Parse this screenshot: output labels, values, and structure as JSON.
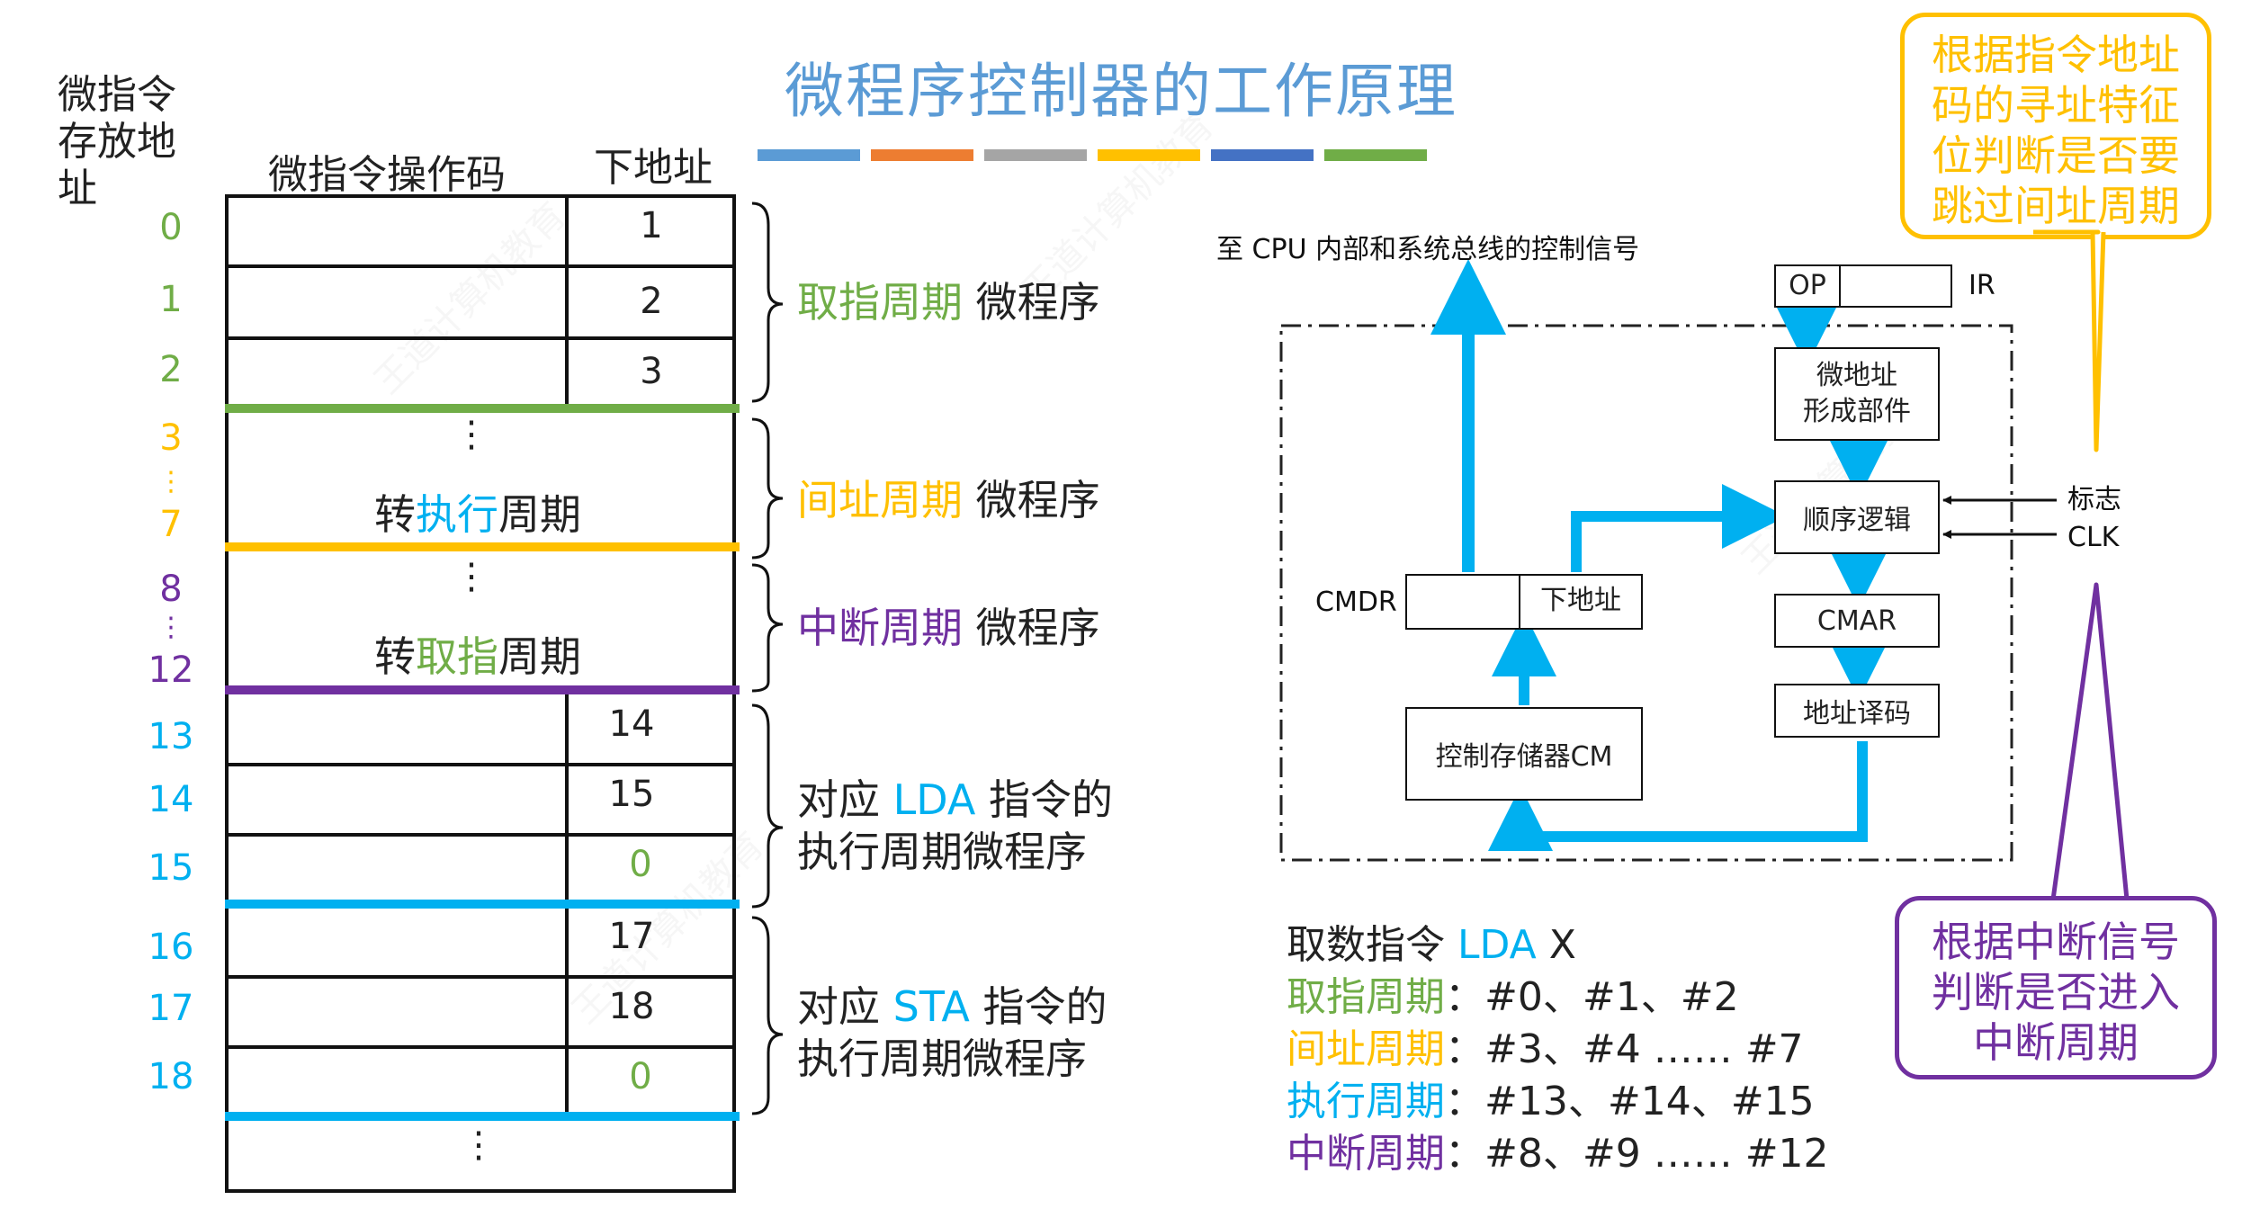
{
  "title": "微程序控制器的工作原理",
  "title_color_bars": [
    "#5b9bd5",
    "#ed7d31",
    "#a5a5a5",
    "#ffc000",
    "#4472c4",
    "#70ad47"
  ],
  "left_header": {
    "addr_label_line1": "微指令",
    "addr_label_line2": "存放地",
    "addr_label_line3": "址",
    "opcode_header": "微指令操作码",
    "next_addr_header": "下地址"
  },
  "addresses": [
    {
      "text": "0",
      "color": "#70ad47"
    },
    {
      "text": "1",
      "color": "#70ad47"
    },
    {
      "text": "2",
      "color": "#70ad47"
    },
    {
      "text": "3",
      "color": "#ffc000"
    },
    {
      "text": "⋮",
      "color": "#ffc000"
    },
    {
      "text": "7",
      "color": "#ffc000"
    },
    {
      "text": "8",
      "color": "#7030a0"
    },
    {
      "text": "⋮",
      "color": "#7030a0"
    },
    {
      "text": "12",
      "color": "#7030a0"
    },
    {
      "text": "13",
      "color": "#00b0f0"
    },
    {
      "text": "14",
      "color": "#00b0f0"
    },
    {
      "text": "15",
      "color": "#00b0f0"
    },
    {
      "text": "16",
      "color": "#00b0f0"
    },
    {
      "text": "17",
      "color": "#00b0f0"
    },
    {
      "text": "18",
      "color": "#00b0f0"
    }
  ],
  "next_addrs": [
    "1",
    "2",
    "3",
    "14",
    "15",
    "0",
    "17",
    "18",
    "0"
  ],
  "table_text": {
    "dots": "⋮",
    "goto_exec_pre": "转",
    "goto_exec_hl": "执行",
    "goto_exec_post": "周期",
    "goto_fetch_pre": "转",
    "goto_fetch_hl": "取指",
    "goto_fetch_post": "周期"
  },
  "braces": {
    "fetch_colored": "取指周期",
    "fetch_rest": " 微程序",
    "indirect_colored": "间址周期",
    "indirect_rest": " 微程序",
    "interrupt_colored": "中断周期",
    "interrupt_rest": " 微程序",
    "lda_pre": "对应 ",
    "lda_hl": "LDA",
    "lda_post": " 指令的",
    "lda_line2": "执行周期微程序",
    "sta_pre": "对应 ",
    "sta_hl": "STA",
    "sta_post": " 指令的",
    "sta_line2": "执行周期微程序"
  },
  "colors": {
    "fetch": "#70ad47",
    "indirect": "#ffc000",
    "interrupt": "#7030a0",
    "execute": "#00b0f0",
    "accent_blue": "#00b0f0",
    "title": "#5b9bd5"
  },
  "diagram": {
    "signal_label": "至 CPU 内部和系统总线的控制信号",
    "op": "OP",
    "ir": "IR",
    "micro_addr_gen_line1": "微地址",
    "micro_addr_gen_line2": "形成部件",
    "seq_logic": "顺序逻辑",
    "flag": "标志",
    "clk": "CLK",
    "cmdr": "CMDR",
    "next_addr": "下地址",
    "cmar": "CMAR",
    "addr_decode": "地址译码",
    "cm": "控制存储器CM"
  },
  "callouts": {
    "top": [
      "根据指令地址",
      "码的寻址特征",
      "位判断是否要",
      "跳过间址周期"
    ],
    "bottom": [
      "根据中断信号",
      "判断是否进入",
      "中断周期"
    ]
  },
  "example": {
    "line1_pre": "取数指令 ",
    "line1_hl": "LDA",
    "line1_post": " X",
    "fetch_label": "取指周期",
    "fetch_vals": "：#0、#1、#2",
    "indirect_label": "间址周期",
    "indirect_vals": "：#3、#4 …… #7",
    "exec_label": "执行周期",
    "exec_vals": "：#13、#14、#15",
    "int_label": "中断周期",
    "int_vals": "：#8、#9 …… #12"
  }
}
